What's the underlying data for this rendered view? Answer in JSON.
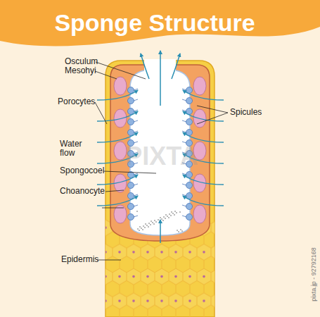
{
  "diagram": {
    "title": "Sponge Structure",
    "labels": [
      "Osculum",
      "Mesohyi",
      "Porocytes",
      "Spicules",
      "Water flow",
      "Spongocoel",
      "Choanocyte",
      "Epidermis",
      "pixta.jp - 92792168",
      "PIXTA"
    ]
  }
}
